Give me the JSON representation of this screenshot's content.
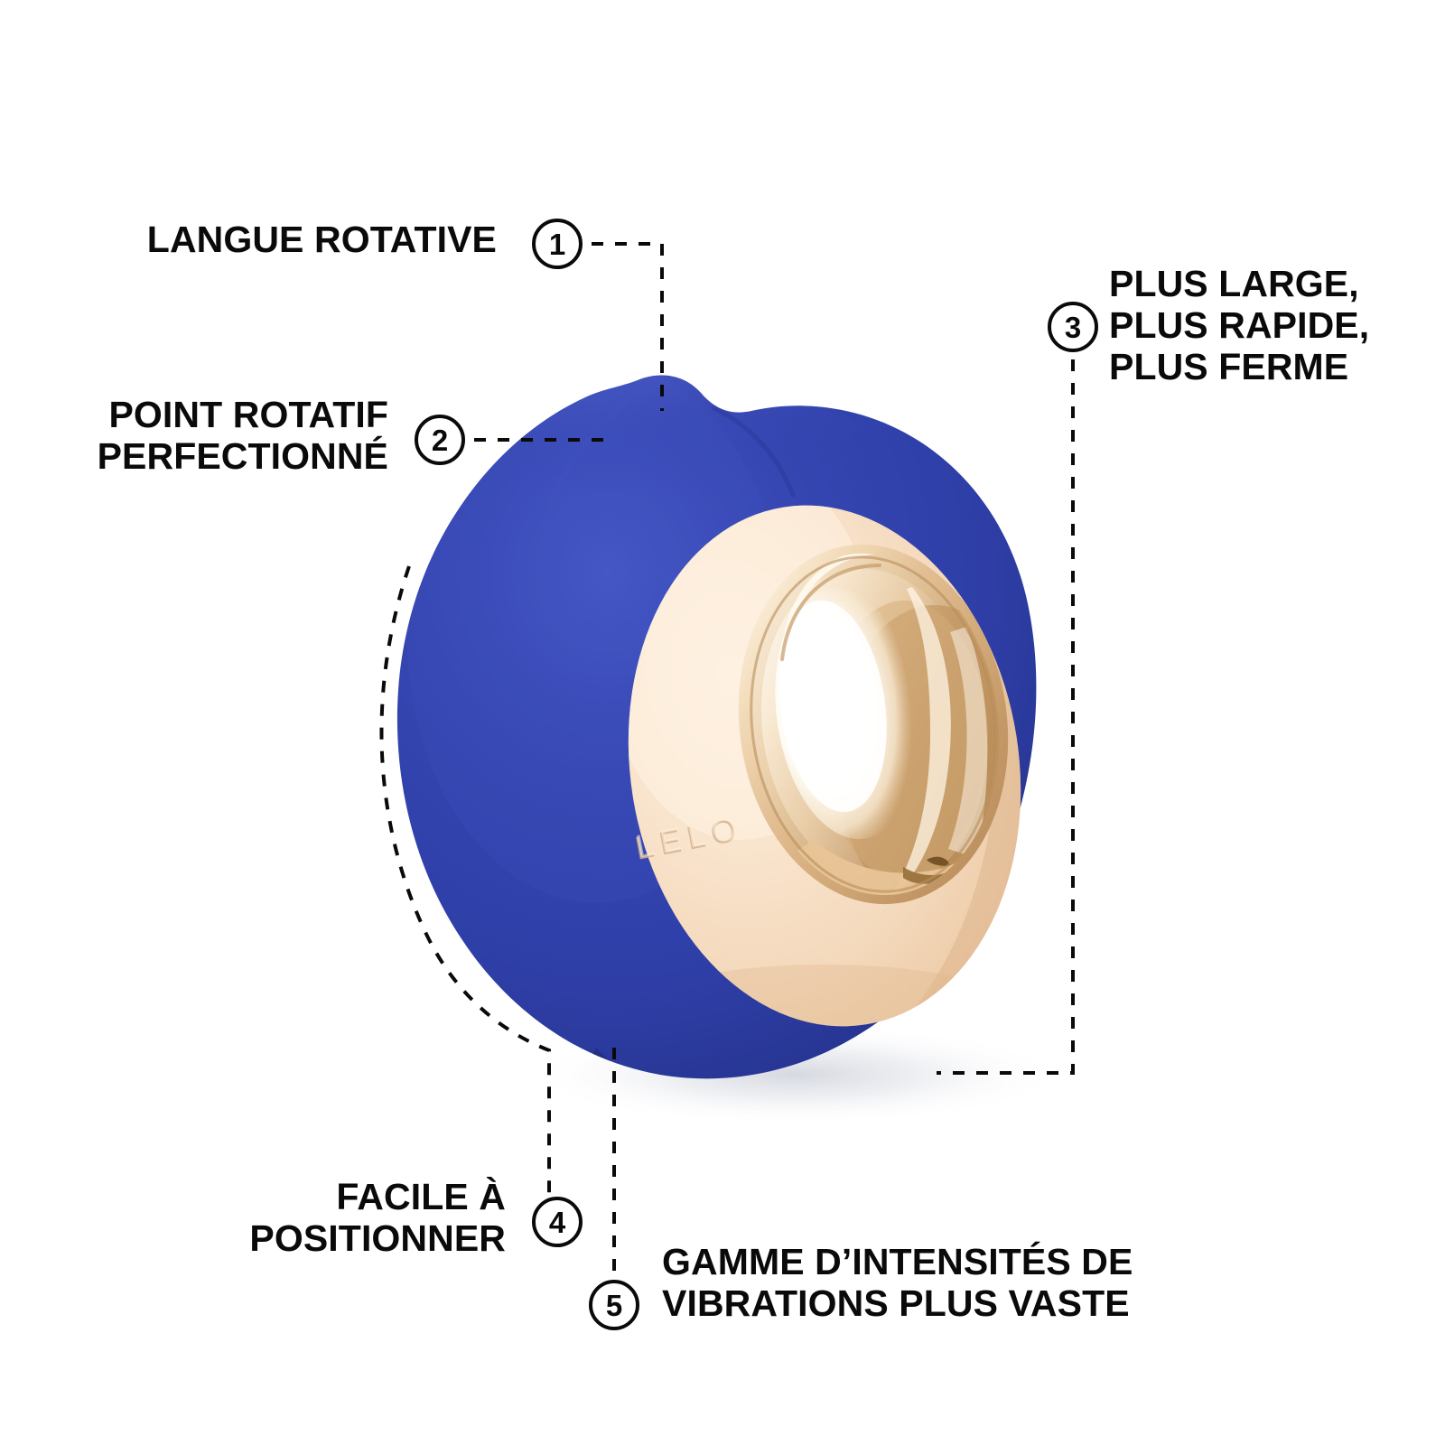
{
  "meta": {
    "brand_engraving": "LELO",
    "background_color": "#ffffff",
    "text_color": "#0a0a0a",
    "product_body_color": "#2f3fa8",
    "product_face_color": "#f6dfc2",
    "product_metal_color": "#d9b489"
  },
  "callouts": [
    {
      "number": "1",
      "label": "LANGUE ROTATIVE",
      "align": "right"
    },
    {
      "number": "2",
      "label": "POINT ROTATIF\nPERFECTIONNÉ",
      "align": "right"
    },
    {
      "number": "3",
      "label": "PLUS LARGE,\nPLUS RAPIDE,\nPLUS FERME",
      "align": "left"
    },
    {
      "number": "4",
      "label": "FACILE À\nPOSITIONNER",
      "align": "right"
    },
    {
      "number": "5",
      "label": "GAMME D’INTENSITÉS DE\nVIBRATIONS PLUS VASTE",
      "align": "left"
    }
  ]
}
